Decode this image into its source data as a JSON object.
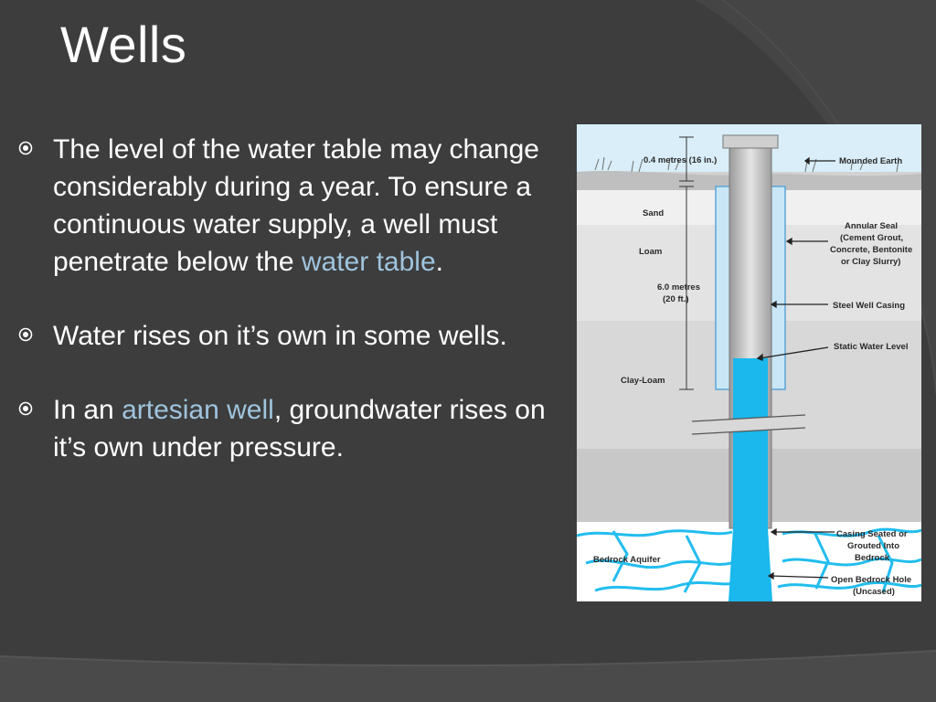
{
  "slide": {
    "title": "Wells",
    "bullets": [
      {
        "pre": "The level of the water table may change considerably during a year. To ensure a continuous water supply, a well must penetrate below the ",
        "link": "water table",
        "post": "."
      },
      {
        "pre": "Water rises on it’s own in some wells.",
        "link": "",
        "post": ""
      },
      {
        "pre": "In an ",
        "link": "artesian well",
        "post": ", groundwater rises on it’s own under pressure."
      }
    ]
  },
  "diagram": {
    "labels": {
      "width": "0.4 metres (16 in.)",
      "mounded_earth": "Mounded Earth",
      "sand": "Sand",
      "loam": "Loam",
      "annular_seal": [
        "Annular Seal",
        "(Cement Grout,",
        "Concrete, Bentonite",
        "or Clay Slurry)"
      ],
      "depth": [
        "6.0 metres",
        "(20 ft.)"
      ],
      "steel_casing": "Steel Well Casing",
      "static_water": "Static Water Level",
      "clay_loam": "Clay-Loam",
      "casing_seated": [
        "Casing Seated or",
        "Grouted Into",
        "Bedrock"
      ],
      "bedrock_aquifer": "Bedrock Aquifer",
      "open_hole": [
        "Open Bedrock Hole",
        "(Uncased)"
      ]
    }
  },
  "colors": {
    "background": "#3d3d3d",
    "link": "#9fc4de",
    "water": "#1ab8ec"
  }
}
